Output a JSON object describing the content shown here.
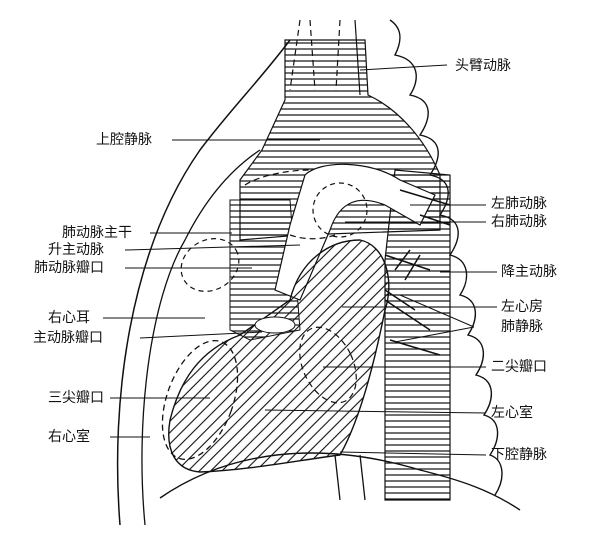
{
  "labels": {
    "brachiocephalic_artery": "头臂动脉",
    "superior_vena_cava": "上腔静脉",
    "left_pulmonary_artery": "左肺动脉",
    "right_pulmonary_artery": "右肺动脉",
    "pulmonary_trunk": "肺动脉主干",
    "ascending_aorta": "升主动脉",
    "pulmonary_valve": "肺动脉瓣口",
    "descending_aorta": "降主动脉",
    "left_atrium": "左心房",
    "pulmonary_veins": "肺静脉",
    "right_auricle": "右心耳",
    "aortic_valve": "主动脉瓣口",
    "mitral_valve": "二尖瓣口",
    "tricuspid_valve": "三尖瓣口",
    "left_ventricle": "左心室",
    "right_ventricle": "右心室",
    "inferior_vena_cava": "下腔静脉"
  },
  "colors": {
    "ink": "#111111",
    "background": "#ffffff"
  }
}
